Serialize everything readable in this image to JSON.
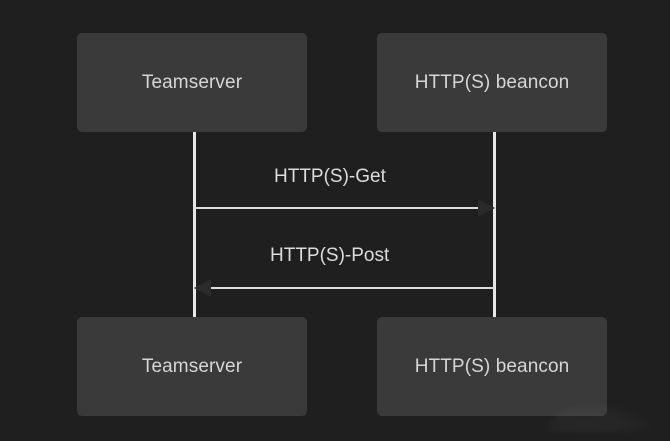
{
  "diagram": {
    "type": "sequence-diagram",
    "background_color": "#1f1f1f",
    "box_color": "#3a3a3a",
    "text_color": "#d6d6d6",
    "lifeline_color": "#e8e8e8",
    "arrow_color": "#2b2b2b",
    "participants": [
      {
        "id": "teamserver",
        "label": "Teamserver"
      },
      {
        "id": "beancon",
        "label": "HTTP(S) beancon"
      }
    ],
    "participants_bottom": [
      {
        "id": "teamserver",
        "label": "Teamserver"
      },
      {
        "id": "beancon",
        "label": "HTTP(S) beancon"
      }
    ],
    "messages": [
      {
        "id": "get",
        "label": "HTTP(S)-Get",
        "from": "teamserver",
        "to": "beancon",
        "direction": "right",
        "arrow": "solid"
      },
      {
        "id": "post",
        "label": "HTTP(S)-Post",
        "from": "beancon",
        "to": "teamserver",
        "direction": "left",
        "arrow": "solid"
      }
    ]
  }
}
